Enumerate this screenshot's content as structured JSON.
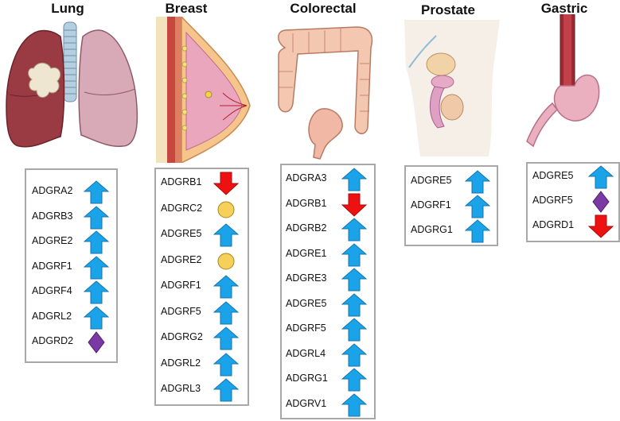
{
  "organs": [
    {
      "key": "lung",
      "title": "Lung",
      "genes": [
        {
          "name": "ADGRA2",
          "status": "up"
        },
        {
          "name": "ADGRB3",
          "status": "up"
        },
        {
          "name": "ADGRE2",
          "status": "up"
        },
        {
          "name": "ADGRF1",
          "status": "up"
        },
        {
          "name": "ADGRF4",
          "status": "up"
        },
        {
          "name": "ADGRL2",
          "status": "up"
        },
        {
          "name": "ADGRD2",
          "status": "mixed"
        }
      ]
    },
    {
      "key": "breast",
      "title": "Breast",
      "genes": [
        {
          "name": "ADGRB1",
          "status": "down"
        },
        {
          "name": "ADGRC2",
          "status": "neutral"
        },
        {
          "name": "ADGRE5",
          "status": "up"
        },
        {
          "name": "ADGRE2",
          "status": "neutral"
        },
        {
          "name": "ADGRF1",
          "status": "up"
        },
        {
          "name": "ADGRF5",
          "status": "up"
        },
        {
          "name": "ADGRG2",
          "status": "up"
        },
        {
          "name": "ADGRL2",
          "status": "up"
        },
        {
          "name": "ADGRL3",
          "status": "up"
        }
      ]
    },
    {
      "key": "colorectal",
      "title": "Colorectal",
      "genes": [
        {
          "name": "ADGRA3",
          "status": "up"
        },
        {
          "name": "ADGRB1",
          "status": "down"
        },
        {
          "name": "ADGRB2",
          "status": "up"
        },
        {
          "name": "ADGRE1",
          "status": "up"
        },
        {
          "name": "ADGRE3",
          "status": "up"
        },
        {
          "name": "ADGRE5",
          "status": "up"
        },
        {
          "name": "ADGRF5",
          "status": "up"
        },
        {
          "name": "ADGRL4",
          "status": "up"
        },
        {
          "name": "ADGRG1",
          "status": "up"
        },
        {
          "name": "ADGRV1",
          "status": "up"
        }
      ]
    },
    {
      "key": "prostate",
      "title": "Prostate",
      "genes": [
        {
          "name": "ADGRE5",
          "status": "up"
        },
        {
          "name": "ADGRF1",
          "status": "up"
        },
        {
          "name": "ADGRG1",
          "status": "up"
        }
      ]
    },
    {
      "key": "gastric",
      "title": "Gastric",
      "genes": [
        {
          "name": "ADGRE5",
          "status": "up"
        },
        {
          "name": "ADGRF5",
          "status": "mixed"
        },
        {
          "name": "ADGRD1",
          "status": "down"
        }
      ]
    }
  ],
  "colors": {
    "up": "#1aa3e8",
    "down": "#ee1111",
    "neutral": "#f6d15a",
    "mixed": "#7b3aa3",
    "box_border": "#a8a8a8"
  },
  "icons": {
    "up": "up-arrow-icon",
    "down": "down-arrow-icon",
    "neutral": "circle-icon",
    "mixed": "diamond-icon"
  }
}
